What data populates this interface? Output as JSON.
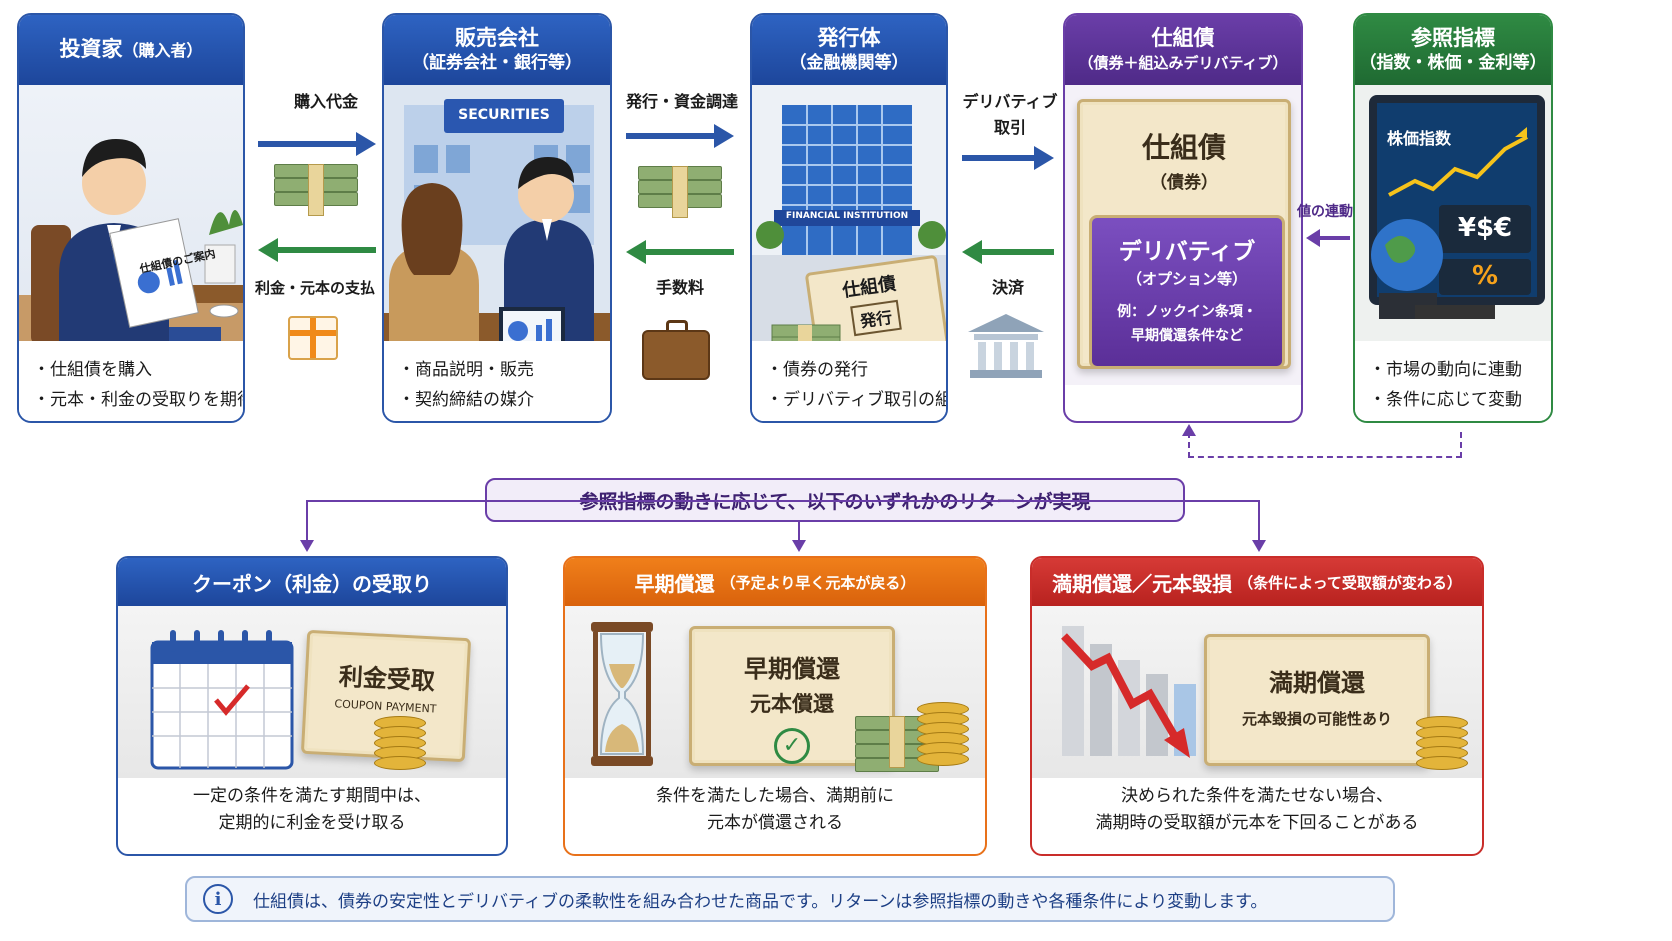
{
  "cards": {
    "investor": {
      "title": "投資家",
      "title_sub": "（購入者）",
      "bullets": [
        "・仕組債を購入",
        "・元本・利金の受取りを期待"
      ],
      "leaflet": "仕組債のご案内"
    },
    "seller": {
      "title": "販売会社",
      "subtitle": "（証券会社・銀行等）",
      "bullets": [
        "・商品説明・販売",
        "・契約締結の媒介"
      ],
      "sign": "SECURITIES"
    },
    "issuer": {
      "title": "発行体",
      "subtitle": "（金融機関等）",
      "bullets": [
        "・債券の発行",
        "・デリバティブ取引の組成"
      ],
      "sign": "FINANCIAL INSTITUTION",
      "cert_line1": "仕組債",
      "cert_line2": "発行"
    },
    "structured": {
      "title": "仕組債",
      "subtitle": "（債券＋組込みデリバティブ）",
      "bond_title": "仕組債",
      "bond_sub": "（債券）",
      "deriv_title": "デリバティブ",
      "deriv_sub": "（オプション等）",
      "deriv_ex1": "例：ノックイン条項・",
      "deriv_ex2": "早期償還条件など"
    },
    "reference": {
      "title": "参照指標",
      "subtitle": "（指数・株価・金利等）",
      "bullets": [
        "・市場の動向に連動",
        "・条件に応じて変動"
      ],
      "screen_label": "株価指数",
      "currency": "¥$€",
      "percent": "%"
    }
  },
  "flows": {
    "purchase": "購入代金",
    "interest_principal": "利金・元本の支払",
    "issue_funding": "発行・資金調達",
    "fee": "手数料",
    "derivative_trade_1": "デリバティブ",
    "derivative_trade_2": "取引",
    "settlement": "決済",
    "value_link": "値の連動"
  },
  "banner": "参照指標の動きに応じて、以下のいずれかのリターンが実現",
  "outcomes": {
    "coupon": {
      "title": "クーポン（利金）の受取り",
      "cert_title": "利金受取",
      "cert_en": "COUPON PAYMENT",
      "text1": "一定の条件を満たす期間中は、",
      "text2": "定期的に利金を受け取る"
    },
    "early": {
      "title": "早期償還",
      "title_sub": "（予定より早く元本が戻る）",
      "cert_title": "早期償還",
      "cert_sub": "元本償還",
      "text1": "条件を満たした場合、満期前に",
      "text2": "元本が償還される"
    },
    "maturity": {
      "title": "満期償還／元本毀損",
      "title_sub": "（条件によって受取額が変わる）",
      "cert_title": "満期償還",
      "cert_sub": "元本毀損の可能性あり",
      "text1": "決められた条件を満たせない場合、",
      "text2": "満期時の受取額が元本を下回ることがある"
    }
  },
  "info": {
    "icon": "i",
    "text": "仕組債は、債券の安定性とデリバティブの柔軟性を組み合わせた商品です。リターンは参照指標の動きや各種条件により変動します。"
  },
  "colors": {
    "blue": "#2b56a8",
    "green": "#2f8a43",
    "purple": "#6a3ea8",
    "orange": "#e8711a",
    "red": "#c92d2a"
  }
}
